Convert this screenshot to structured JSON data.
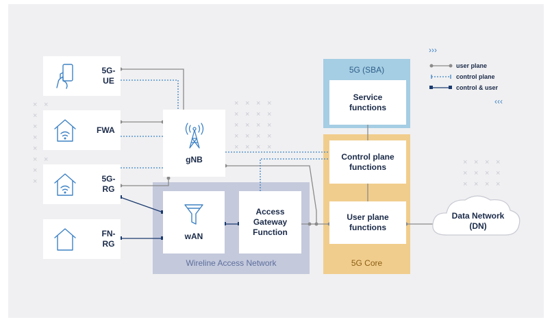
{
  "devices": [
    {
      "label": "5G-UE",
      "icon": "phone-hand-icon"
    },
    {
      "label": "FWA",
      "icon": "house-wifi-icon"
    },
    {
      "label": "5G-RG",
      "icon": "house-wifi-icon"
    },
    {
      "label": "FN-RG",
      "icon": "house-icon"
    }
  ],
  "gnb": {
    "label": "gNB",
    "icon": "cell-tower-icon"
  },
  "wireline": {
    "region_label": "Wireline Access Network",
    "wan_label": "wAN",
    "wan_icon": "funnel-icon",
    "agf_label": "Access Gateway Function"
  },
  "sba": {
    "region_label": "5G (SBA)",
    "service_label": "Service functions"
  },
  "core": {
    "region_label": "5G Core",
    "control_label": "Control plane functions",
    "user_label": "User plane functions"
  },
  "dn": {
    "label": "Data Network (DN)"
  },
  "legend": {
    "arrows_right": "›››",
    "user_plane": "user plane",
    "control_plane": "control plane",
    "control_user": "control & user",
    "arrows_left": "‹‹‹"
  },
  "colors": {
    "background": "#f0f0f2",
    "wireline_region": "#c4c9dc",
    "sba_region": "#a5cde3",
    "core_region": "#f1cd8d",
    "text_dark": "#1a2a48",
    "user_line": "#8a8a8a",
    "control_line": "#3e82c4",
    "control_user_line": "#1a3a6e"
  }
}
